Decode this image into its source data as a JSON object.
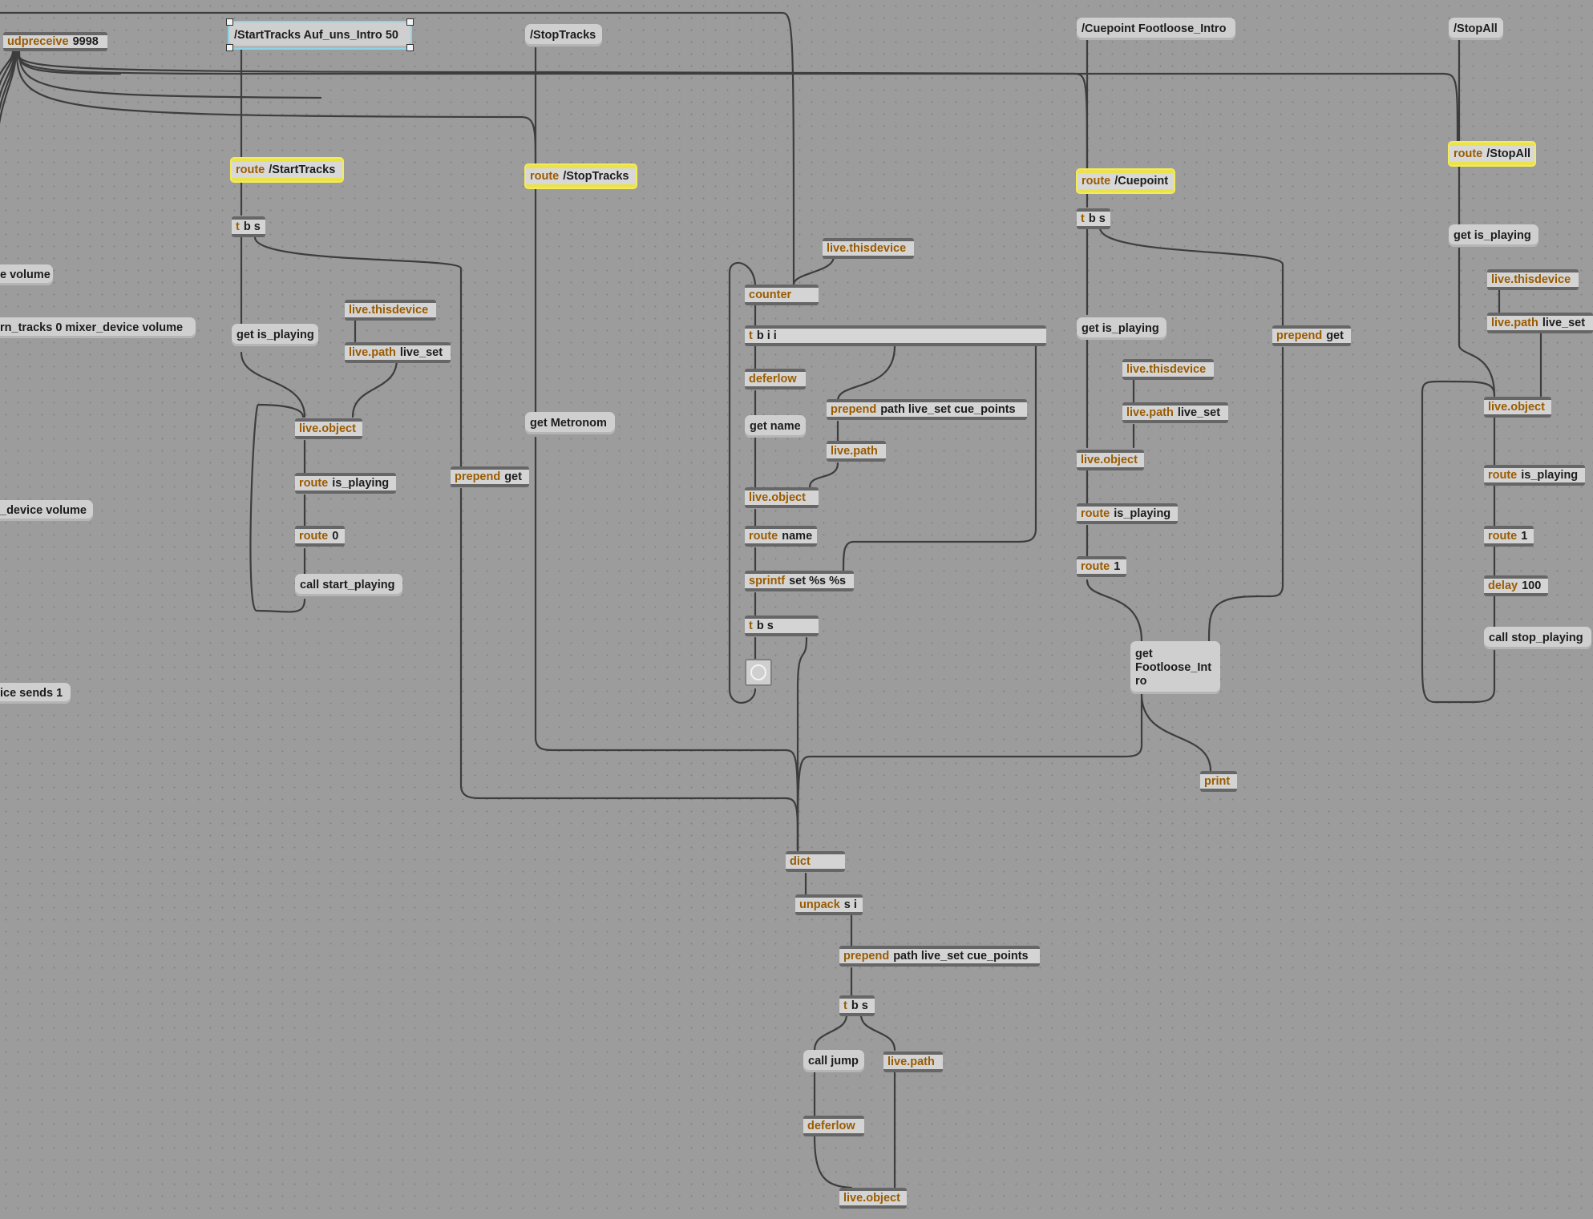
{
  "patch": {
    "objects": [
      {
        "id": "udp",
        "cls": "udpreceive",
        "arg": "9998"
      },
      {
        "id": "vol1",
        "cls": "",
        "arg": "e volume"
      },
      {
        "id": "vol2",
        "cls": "",
        "arg": "rn_tracks 0 mixer_device volume"
      },
      {
        "id": "vol3",
        "cls": "",
        "arg": "_device volume"
      },
      {
        "id": "sends",
        "cls": "",
        "arg": "ice sends 1"
      },
      {
        "id": "routeStart",
        "cls": "route",
        "arg": "/StartTracks"
      },
      {
        "id": "tbsStart",
        "cls": "t",
        "arg": "b s"
      },
      {
        "id": "thisdevA",
        "cls": "live.thisdevice",
        "arg": ""
      },
      {
        "id": "pathA",
        "cls": "live.path",
        "arg": "live_set"
      },
      {
        "id": "objA",
        "cls": "live.object",
        "arg": ""
      },
      {
        "id": "routePlayA",
        "cls": "route",
        "arg": "is_playing"
      },
      {
        "id": "route0",
        "cls": "route",
        "arg": "0"
      },
      {
        "id": "prependGetA",
        "cls": "prepend",
        "arg": "get"
      },
      {
        "id": "routeStop",
        "cls": "route",
        "arg": "/StopTracks"
      },
      {
        "id": "thisdevB",
        "cls": "live.thisdevice",
        "arg": ""
      },
      {
        "id": "counter",
        "cls": "counter",
        "arg": ""
      },
      {
        "id": "tbii",
        "cls": "t",
        "arg": "b i i"
      },
      {
        "id": "deferlowB",
        "cls": "deferlow",
        "arg": ""
      },
      {
        "id": "prependCue",
        "cls": "prepend",
        "arg": "path live_set cue_points"
      },
      {
        "id": "pathB",
        "cls": "live.path",
        "arg": ""
      },
      {
        "id": "objB",
        "cls": "live.object",
        "arg": ""
      },
      {
        "id": "routeName",
        "cls": "route",
        "arg": "name"
      },
      {
        "id": "sprintf",
        "cls": "sprintf",
        "arg": "set %s %s"
      },
      {
        "id": "tbsB",
        "cls": "t",
        "arg": "b s"
      },
      {
        "id": "routeCue",
        "cls": "route",
        "arg": "/Cuepoint"
      },
      {
        "id": "tbsCue",
        "cls": "t",
        "arg": "b s"
      },
      {
        "id": "thisdevC",
        "cls": "live.thisdevice",
        "arg": ""
      },
      {
        "id": "pathC",
        "cls": "live.path",
        "arg": "live_set"
      },
      {
        "id": "objC",
        "cls": "live.object",
        "arg": ""
      },
      {
        "id": "routePlayC",
        "cls": "route",
        "arg": "is_playing"
      },
      {
        "id": "route1C",
        "cls": "route",
        "arg": "1"
      },
      {
        "id": "prependGetC",
        "cls": "prepend",
        "arg": "get"
      },
      {
        "id": "print",
        "cls": "print",
        "arg": ""
      },
      {
        "id": "dict",
        "cls": "dict",
        "arg": ""
      },
      {
        "id": "unpack",
        "cls": "unpack",
        "arg": "s i"
      },
      {
        "id": "prependCue2",
        "cls": "prepend",
        "arg": "path live_set cue_points"
      },
      {
        "id": "tbsD",
        "cls": "t",
        "arg": "b s"
      },
      {
        "id": "pathD",
        "cls": "live.path",
        "arg": ""
      },
      {
        "id": "deferlowD",
        "cls": "deferlow",
        "arg": ""
      },
      {
        "id": "objD",
        "cls": "live.object",
        "arg": ""
      },
      {
        "id": "routeStopAll",
        "cls": "route",
        "arg": "/StopAll"
      },
      {
        "id": "thisdevE",
        "cls": "live.thisdevice",
        "arg": ""
      },
      {
        "id": "pathE",
        "cls": "live.path",
        "arg": "live_set"
      },
      {
        "id": "objE",
        "cls": "live.object",
        "arg": ""
      },
      {
        "id": "routePlayE",
        "cls": "route",
        "arg": "is_playing"
      },
      {
        "id": "route1E",
        "cls": "route",
        "arg": "1"
      },
      {
        "id": "delay",
        "cls": "delay",
        "arg": "100"
      }
    ],
    "messages": [
      {
        "id": "msgStart",
        "text": "/StartTracks Auf_uns_Intro 50"
      },
      {
        "id": "msgStop",
        "text": "/StopTracks"
      },
      {
        "id": "msgCuepoint",
        "text": "/Cuepoint Footloose_Intro"
      },
      {
        "id": "msgStopAll",
        "text": "/StopAll"
      },
      {
        "id": "getPlayA",
        "text": "get is_playing"
      },
      {
        "id": "callStart",
        "text": "call start_playing"
      },
      {
        "id": "getMetronom",
        "text": "get Metronom"
      },
      {
        "id": "getName",
        "text": "get name"
      },
      {
        "id": "getPlayC",
        "text": "get is_playing"
      },
      {
        "id": "getFootloose",
        "text": "get Footloose_Int ro"
      },
      {
        "id": "callJump",
        "text": "call jump"
      },
      {
        "id": "getPlayE",
        "text": "get is_playing"
      },
      {
        "id": "callStop",
        "text": "call stop_playing"
      }
    ]
  }
}
